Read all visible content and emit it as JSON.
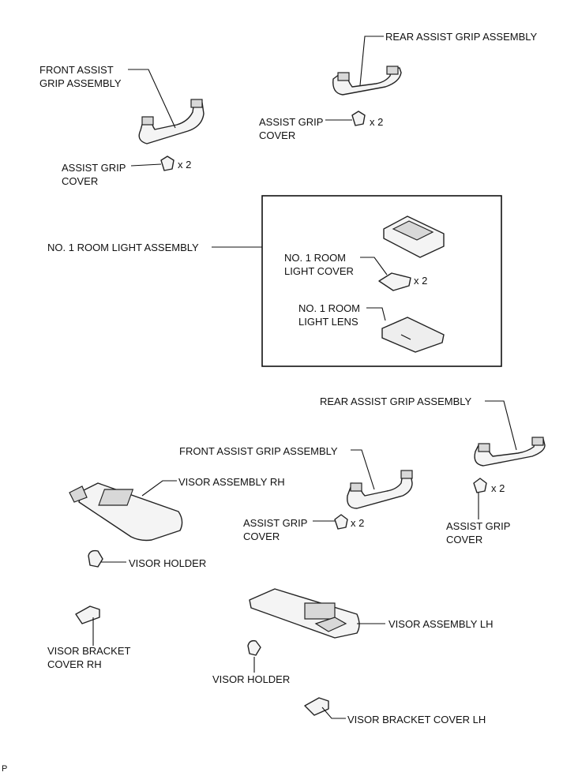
{
  "labels": {
    "front_grip_top": [
      "FRONT ASSIST",
      "GRIP ASSEMBLY"
    ],
    "rear_grip_top": "REAR ASSIST GRIP ASSEMBLY",
    "cover_left": [
      "ASSIST GRIP",
      "COVER"
    ],
    "cover_mid": [
      "ASSIST GRIP",
      "COVER"
    ],
    "qty_cover_left": "x 2",
    "qty_cover_mid": "x 2",
    "room_light_assembly": "NO. 1 ROOM LIGHT ASSEMBLY",
    "room_light_cover": [
      "NO. 1 ROOM",
      "LIGHT COVER"
    ],
    "qty_room_light_cover": "x 2",
    "room_light_lens": [
      "NO. 1 ROOM",
      "LIGHT LENS"
    ],
    "rear_grip_bottom": "REAR ASSIST GRIP ASSEMBLY",
    "front_grip_bottom": "FRONT ASSIST GRIP ASSEMBLY",
    "visor_rh": "VISOR ASSEMBLY RH",
    "cover_bottom_mid": [
      "ASSIST GRIP",
      "COVER"
    ],
    "qty_cover_bottom_mid": "x 2",
    "qty_cover_bottom_right": "x 2",
    "cover_bottom_right": [
      "ASSIST GRIP",
      "COVER"
    ],
    "visor_holder_rh": "VISOR HOLDER",
    "visor_lh": "VISOR ASSEMBLY LH",
    "visor_bracket_rh": [
      "VISOR BRACKET",
      "COVER RH"
    ],
    "visor_holder_lh": "VISOR HOLDER",
    "visor_bracket_lh": "VISOR BRACKET COVER LH",
    "corner_mark": "P"
  },
  "icons": {
    "grip": "assist-grip-icon",
    "cover": "grip-cover-icon",
    "room_light": "room-light-housing-icon",
    "lens": "room-light-lens-icon",
    "visor": "sun-visor-icon",
    "holder": "visor-holder-icon",
    "bracket": "visor-bracket-icon"
  },
  "colors": {
    "line": "#111111",
    "part_fill": "#f4f4f4",
    "background": "#ffffff"
  }
}
